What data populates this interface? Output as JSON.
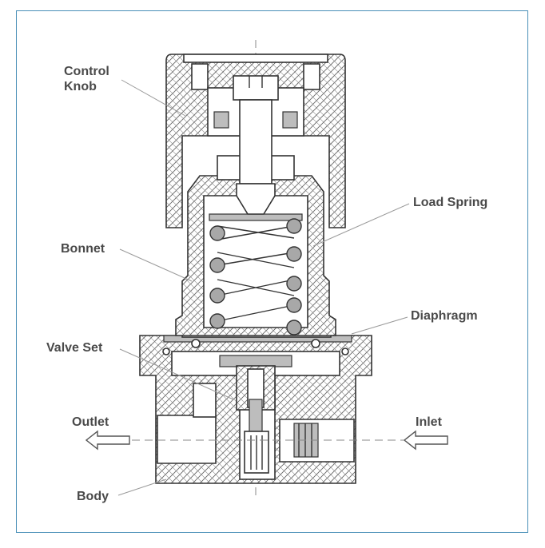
{
  "labels": {
    "control_knob_line1": "Control",
    "control_knob_line2": "Knob",
    "load_spring": "Load Spring",
    "bonnet": "Bonnet",
    "diaphragm": "Diaphragm",
    "valve_set": "Valve Set",
    "outlet": "Outlet",
    "inlet": "Inlet",
    "body": "Body"
  },
  "colors": {
    "frame_border": "#4a90b8",
    "label_text": "#4a4a4a",
    "outline": "#333333"
  }
}
